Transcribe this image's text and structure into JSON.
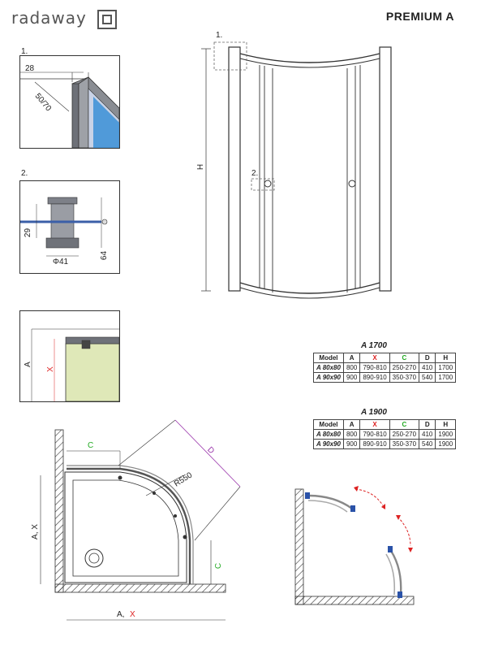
{
  "brand": "radaway",
  "model_title": "PREMIUM A",
  "detail1": {
    "label": "1.",
    "dim_top": "28",
    "dim_diag": "50/70"
  },
  "detail2": {
    "label": "2.",
    "dim_left": "29",
    "dim_bottom": "Φ41",
    "dim_right": "64"
  },
  "front_view": {
    "callout1": "1.",
    "callout2": "2.",
    "height_label": "H"
  },
  "section": {
    "label_a": "A",
    "label_x": "X"
  },
  "plan": {
    "label_c_top": "C",
    "label_d": "D",
    "radius": "R550",
    "label_c_right": "C",
    "label_side": "A, X",
    "label_bottom_a": "A,",
    "label_bottom_x": "X"
  },
  "tables": [
    {
      "title": "A 1700",
      "headers": [
        "Model",
        "A",
        "X",
        "C",
        "D",
        "H"
      ],
      "rows": [
        [
          "A 80x80",
          "800",
          "790-810",
          "250-270",
          "410",
          "1700"
        ],
        [
          "A 90x90",
          "900",
          "890-910",
          "350-370",
          "540",
          "1700"
        ]
      ]
    },
    {
      "title": "A 1900",
      "headers": [
        "Model",
        "A",
        "X",
        "C",
        "D",
        "H"
      ],
      "rows": [
        [
          "A 80x80",
          "800",
          "790-810",
          "250-270",
          "410",
          "1900"
        ],
        [
          "A 90x90",
          "900",
          "890-910",
          "350-370",
          "540",
          "1900"
        ]
      ]
    }
  ],
  "colors": {
    "red": "#dd2222",
    "green": "#22aa22",
    "purple": "#9933aa",
    "tray": "#dfe8b8",
    "glass_blue": "#3b8fd6"
  }
}
